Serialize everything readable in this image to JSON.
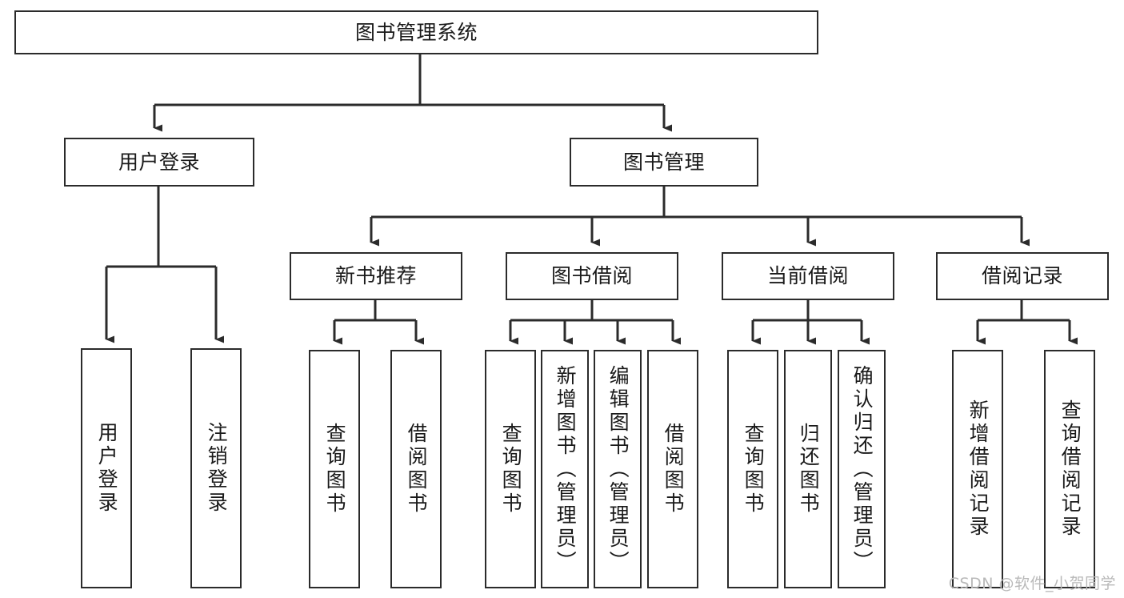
{
  "diagram": {
    "title": "图书管理系统",
    "type": "tree-hierarchy-chart",
    "colors": {
      "background": "#ffffff",
      "stroke": "#2b2b2b",
      "text": "#1a1a1a",
      "watermark": "#b9b9b9"
    },
    "root": {
      "label": "图书管理系统"
    },
    "level2": [
      {
        "label": "用户登录"
      },
      {
        "label": "图书管理"
      }
    ],
    "level3": [
      {
        "label": "新书推荐"
      },
      {
        "label": "图书借阅"
      },
      {
        "label": "当前借阅"
      },
      {
        "label": "借阅记录"
      }
    ],
    "leaves": {
      "user_login": [
        {
          "label": "用户登录"
        },
        {
          "label": "注销登录"
        }
      ],
      "new_book_recommend": [
        {
          "label": "查询图书"
        },
        {
          "label": "借阅图书"
        }
      ],
      "book_borrow": [
        {
          "label": "查询图书"
        },
        {
          "label": "新增图书（管理员）"
        },
        {
          "label": "编辑图书（管理员）"
        },
        {
          "label": "借阅图书"
        }
      ],
      "current_borrow": [
        {
          "label": "查询图书"
        },
        {
          "label": "归还图书"
        },
        {
          "label": "确认归还（管理员）"
        }
      ],
      "borrow_record": [
        {
          "label": "新增借阅记录"
        },
        {
          "label": "查询借阅记录"
        }
      ]
    }
  },
  "watermark": {
    "text": "CSDN @软件_小贺同学"
  }
}
